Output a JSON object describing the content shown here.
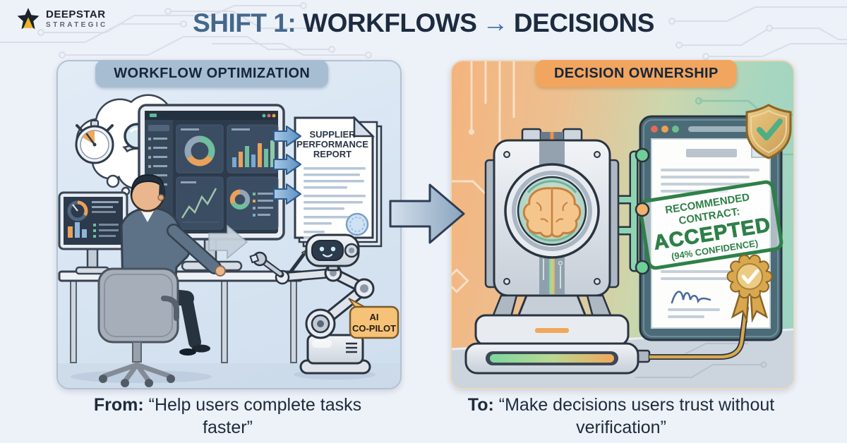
{
  "brand": {
    "line1": "DEEPSTAR",
    "line2": "STRATEGIC"
  },
  "title": {
    "shift": "SHIFT 1:",
    "from": "WORKFLOWS",
    "arrow": "→",
    "to": "DECISIONS"
  },
  "left_panel": {
    "header": "WORKFLOW OPTIMIZATION",
    "report_title_lines": [
      "SUPPLIER",
      "PERFORMANCE",
      "REPORT"
    ],
    "ai_tag_lines": [
      "AI",
      "CO-PILOT"
    ]
  },
  "right_panel": {
    "header": "DECISION OWNERSHIP",
    "stamp_lines": [
      "RECOMMENDED",
      "CONTRACT:",
      "ACCEPTED",
      "(94% CONFIDENCE)"
    ]
  },
  "captions": {
    "from_label": "From:",
    "from_text": "“Help users complete tasks faster”",
    "to_label": "To:",
    "to_text": "“Make decisions users trust without verification”"
  },
  "colors": {
    "page_bg": "#edf1f8",
    "title_navy": "#1d2b40",
    "title_steel_blue": "#44688c",
    "title_arrow_blue": "#3c6fa5",
    "left_tab_bg": "#a7bed2",
    "right_tab_bg": "#f2a55e",
    "left_panel_bg": "#d9e5f2",
    "right_panel_gradient": [
      "#f4b47e",
      "#9bd4c4"
    ],
    "stamp_green": "#2e8048",
    "gold": "#d9a84e",
    "pipe_green": "#8ed3b2",
    "node_orange": "#f0b26a",
    "brain_orange": "#f4c68e",
    "brand_star_gold": "#f0b429",
    "arrow_blue_fill": "#6f9fce"
  }
}
